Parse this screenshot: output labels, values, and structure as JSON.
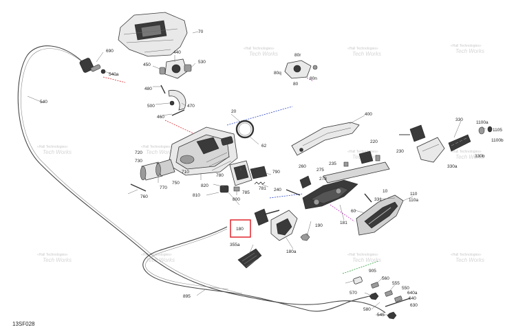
{
  "figure": {
    "reference_code": "13SF028",
    "highlight_color": "#e0242b",
    "watermark_brand": "Tech Works",
    "watermark_tagline": "«Hall Technologies»"
  },
  "callouts": {
    "c70": "70",
    "c690": "690",
    "c540a": "540a",
    "c440": "440",
    "c450": "450",
    "c530": "530",
    "c480": "480",
    "c500": "500",
    "c470": "470",
    "c460": "460",
    "c540": "540",
    "c80r": "80r",
    "c80q": "80q",
    "c80n": "80n",
    "c80": "80",
    "c400": "400",
    "c20": "20",
    "c62": "62",
    "c330": "330",
    "c1100a": "1100a",
    "c1105": "1105",
    "c1100b": "1100b",
    "c330b": "330b",
    "c330a": "330a",
    "c220": "220",
    "c230": "230",
    "c235": "235",
    "c260": "260",
    "c275": "275",
    "c278": "278",
    "c240": "240",
    "c10": "10",
    "c331": "331",
    "c110": "110",
    "c110a": "110a",
    "c720": "720",
    "c710": "710",
    "c780": "780",
    "c790": "790",
    "c781": "781",
    "c730": "730",
    "c750": "750",
    "c770": "770",
    "c760": "760",
    "c820": "820",
    "c810": "810",
    "c785": "785",
    "c800": "800",
    "c180": "180",
    "c181": "181",
    "c190": "190",
    "c60": "60",
    "c180a": "180a",
    "c355a": "355a",
    "c905": "905",
    "c560": "560",
    "c555": "555",
    "c550": "550",
    "c640a": "640a",
    "c640": "640",
    "c570": "570",
    "c630": "630",
    "c580": "580",
    "c545": "545",
    "c895": "895"
  }
}
